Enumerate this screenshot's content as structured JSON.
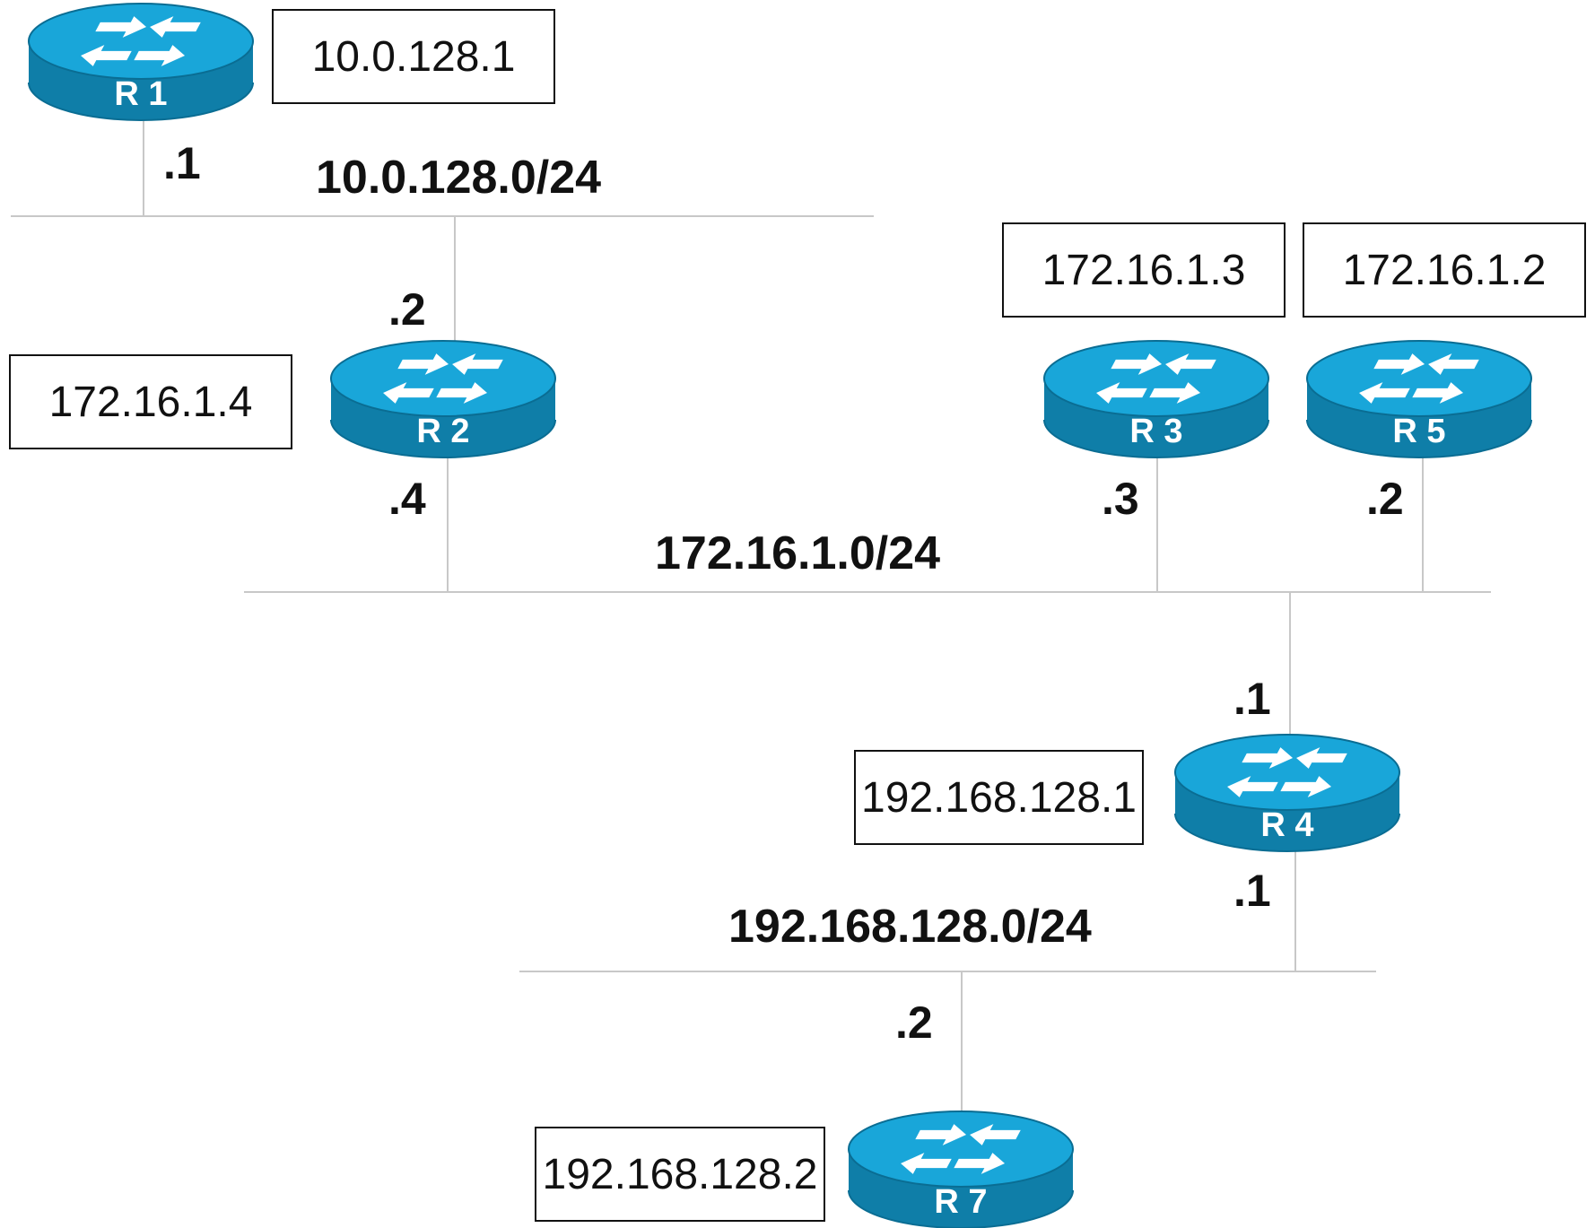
{
  "colors": {
    "router_top": "#19a6d9",
    "router_side": "#0f7ea8",
    "router_rim": "#0a6d93",
    "arrow": "#ffffff",
    "link": "#c8c8c8",
    "text": "#111111"
  },
  "routers": [
    {
      "key": "r1",
      "label": "R 1",
      "icon": "router-icon"
    },
    {
      "key": "r2",
      "label": "R 2",
      "icon": "router-icon"
    },
    {
      "key": "r3",
      "label": "R 3",
      "icon": "router-icon"
    },
    {
      "key": "r5",
      "label": "R 5",
      "icon": "router-icon"
    },
    {
      "key": "r4",
      "label": "R 4",
      "icon": "router-icon"
    },
    {
      "key": "r7",
      "label": "R 7",
      "icon": "router-icon"
    }
  ],
  "router_ids": {
    "r1": "10.0.128.1",
    "r2": "172.16.1.4",
    "r3": "172.16.1.3",
    "r5": "172.16.1.2",
    "r4": "192.168.128.1",
    "r7": "192.168.128.2"
  },
  "networks": {
    "net_10": "10.0.128.0/24",
    "net_172": "172.16.1.0/24",
    "net_192": "192.168.128.0/24"
  },
  "interfaces": {
    "r1_net10": ".1",
    "r2_net10": ".2",
    "r2_net172": ".4",
    "r3_net172": ".3",
    "r5_net172": ".2",
    "r4_net172": ".1",
    "r4_net192": ".1",
    "r7_net192": ".2"
  }
}
